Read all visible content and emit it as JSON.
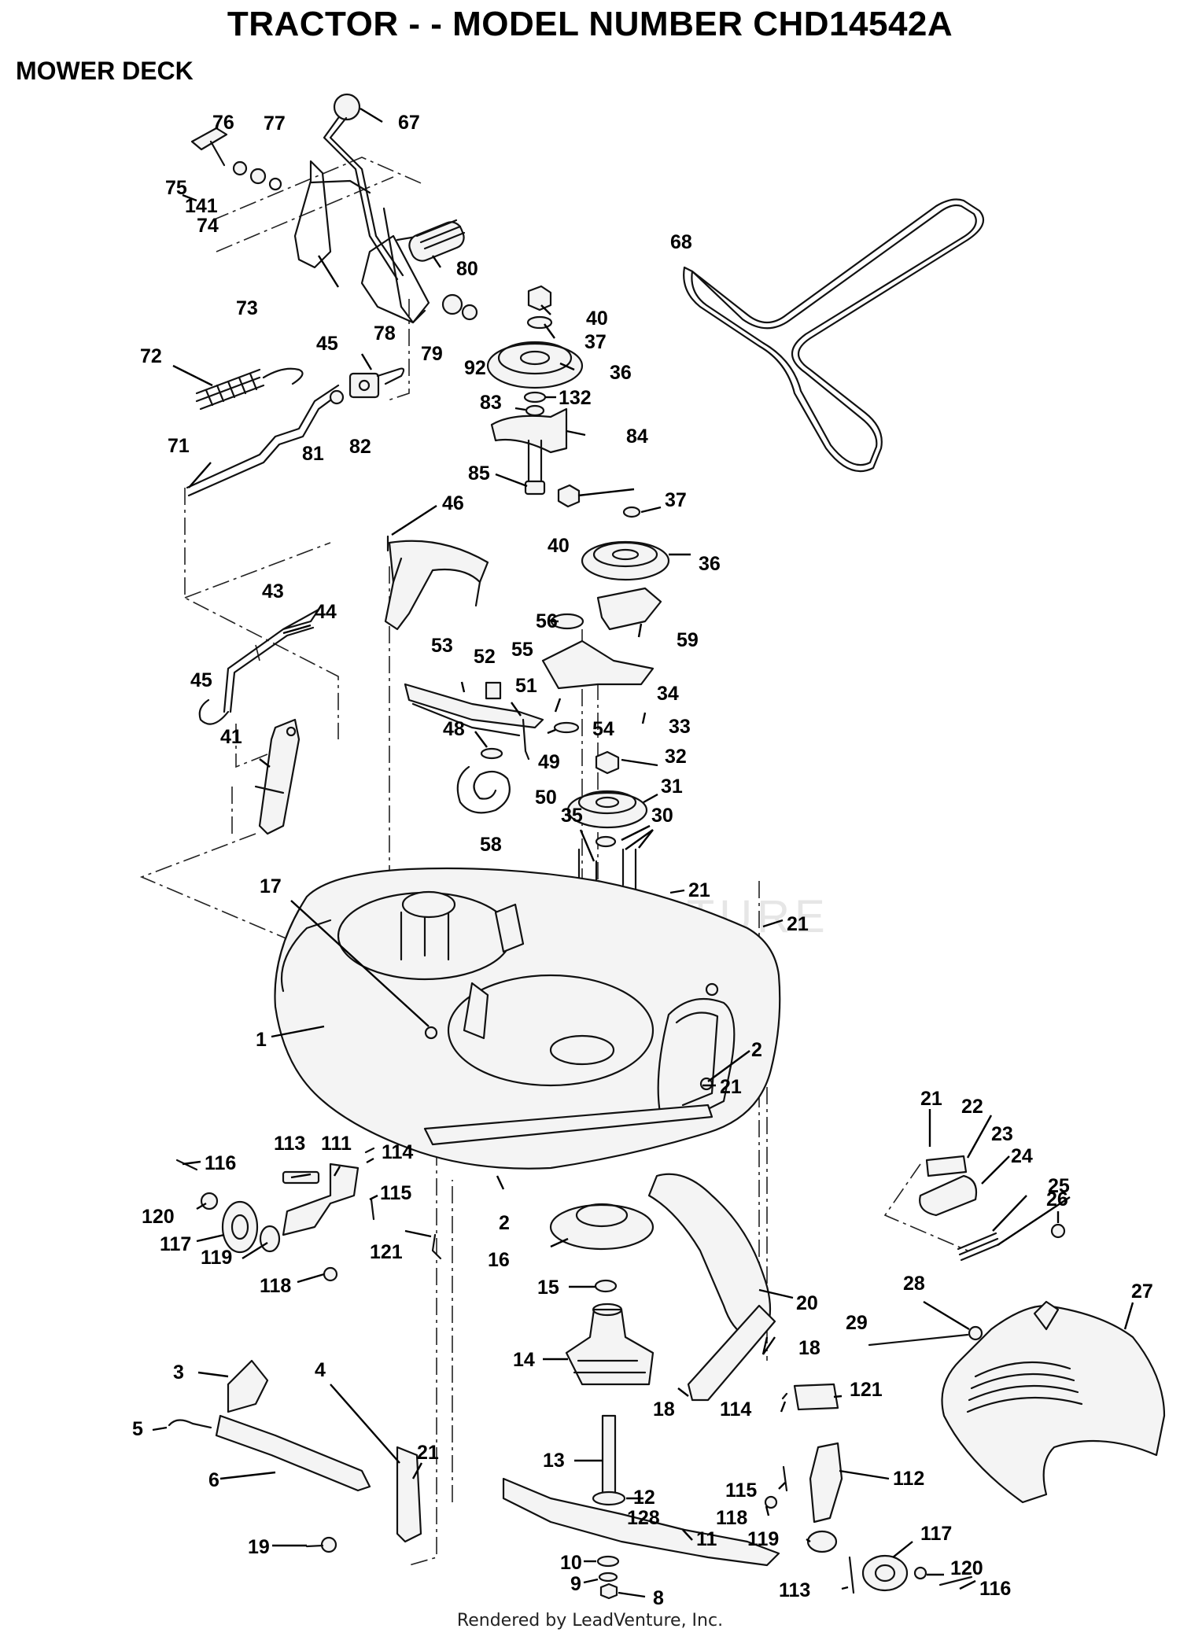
{
  "header": {
    "title": "TRACTOR - - MODEL NUMBER CHD14542A",
    "section": "MOWER DECK"
  },
  "footer": {
    "credit": "Rendered by LeadVenture, Inc."
  },
  "watermark": {
    "text": "LEADVENTURE"
  },
  "callouts": [
    {
      "id": "c76",
      "label": "76"
    },
    {
      "id": "c77",
      "label": "77"
    },
    {
      "id": "c67",
      "label": "67"
    },
    {
      "id": "c75",
      "label": "75"
    },
    {
      "id": "c141",
      "label": "141"
    },
    {
      "id": "c74",
      "label": "74"
    },
    {
      "id": "c80",
      "label": "80"
    },
    {
      "id": "c73",
      "label": "73"
    },
    {
      "id": "c78",
      "label": "78"
    },
    {
      "id": "c79",
      "label": "79"
    },
    {
      "id": "c92",
      "label": "92"
    },
    {
      "id": "c68",
      "label": "68"
    },
    {
      "id": "c40a",
      "label": "40"
    },
    {
      "id": "c37a",
      "label": "37"
    },
    {
      "id": "c36a",
      "label": "36"
    },
    {
      "id": "c132",
      "label": "132"
    },
    {
      "id": "c83",
      "label": "83"
    },
    {
      "id": "c84",
      "label": "84"
    },
    {
      "id": "c85",
      "label": "85"
    },
    {
      "id": "c72",
      "label": "72"
    },
    {
      "id": "c45a",
      "label": "45"
    },
    {
      "id": "c81",
      "label": "81"
    },
    {
      "id": "c82",
      "label": "82"
    },
    {
      "id": "c71",
      "label": "71"
    },
    {
      "id": "c46",
      "label": "46"
    },
    {
      "id": "c37b",
      "label": "37"
    },
    {
      "id": "c40b",
      "label": "40"
    },
    {
      "id": "c36b",
      "label": "36"
    },
    {
      "id": "c43",
      "label": "43"
    },
    {
      "id": "c44",
      "label": "44"
    },
    {
      "id": "c56",
      "label": "56"
    },
    {
      "id": "c55",
      "label": "55"
    },
    {
      "id": "c59",
      "label": "59"
    },
    {
      "id": "c53",
      "label": "53"
    },
    {
      "id": "c52",
      "label": "52"
    },
    {
      "id": "c51",
      "label": "51"
    },
    {
      "id": "c34",
      "label": "34"
    },
    {
      "id": "c45b",
      "label": "45"
    },
    {
      "id": "c54",
      "label": "54"
    },
    {
      "id": "c33",
      "label": "33"
    },
    {
      "id": "c48",
      "label": "48"
    },
    {
      "id": "c41",
      "label": "41"
    },
    {
      "id": "c49",
      "label": "49"
    },
    {
      "id": "c32",
      "label": "32"
    },
    {
      "id": "c50",
      "label": "50"
    },
    {
      "id": "c31",
      "label": "31"
    },
    {
      "id": "c58",
      "label": "58"
    },
    {
      "id": "c35",
      "label": "35"
    },
    {
      "id": "c30",
      "label": "30"
    },
    {
      "id": "c17",
      "label": "17"
    },
    {
      "id": "c21a",
      "label": "21"
    },
    {
      "id": "c21b",
      "label": "21"
    },
    {
      "id": "c1",
      "label": "1"
    },
    {
      "id": "c2a",
      "label": "2"
    },
    {
      "id": "c21c",
      "label": "21"
    },
    {
      "id": "c21d",
      "label": "21"
    },
    {
      "id": "c22",
      "label": "22"
    },
    {
      "id": "c23",
      "label": "23"
    },
    {
      "id": "c24",
      "label": "24"
    },
    {
      "id": "c25",
      "label": "25"
    },
    {
      "id": "c26",
      "label": "26"
    },
    {
      "id": "c113a",
      "label": "113"
    },
    {
      "id": "c111",
      "label": "111"
    },
    {
      "id": "c114a",
      "label": "114"
    },
    {
      "id": "c116a",
      "label": "116"
    },
    {
      "id": "c115a",
      "label": "115"
    },
    {
      "id": "c120a",
      "label": "120"
    },
    {
      "id": "c2b",
      "label": "2"
    },
    {
      "id": "c117a",
      "label": "117"
    },
    {
      "id": "c119a",
      "label": "119"
    },
    {
      "id": "c121a",
      "label": "121"
    },
    {
      "id": "c16",
      "label": "16"
    },
    {
      "id": "c118a",
      "label": "118"
    },
    {
      "id": "c15",
      "label": "15"
    },
    {
      "id": "c20",
      "label": "20"
    },
    {
      "id": "c28",
      "label": "28"
    },
    {
      "id": "c27",
      "label": "27"
    },
    {
      "id": "c29",
      "label": "29"
    },
    {
      "id": "c3",
      "label": "3"
    },
    {
      "id": "c4",
      "label": "4"
    },
    {
      "id": "c14",
      "label": "14"
    },
    {
      "id": "c18a",
      "label": "18"
    },
    {
      "id": "c18b",
      "label": "18"
    },
    {
      "id": "c114b",
      "label": "114"
    },
    {
      "id": "c121b",
      "label": "121"
    },
    {
      "id": "c5",
      "label": "5"
    },
    {
      "id": "c21e",
      "label": "21"
    },
    {
      "id": "c6",
      "label": "6"
    },
    {
      "id": "c13",
      "label": "13"
    },
    {
      "id": "c12",
      "label": "12"
    },
    {
      "id": "c128",
      "label": "128"
    },
    {
      "id": "c115b",
      "label": "115"
    },
    {
      "id": "c112",
      "label": "112"
    },
    {
      "id": "c118b",
      "label": "118"
    },
    {
      "id": "c11",
      "label": "11"
    },
    {
      "id": "c117b",
      "label": "117"
    },
    {
      "id": "c19",
      "label": "19"
    },
    {
      "id": "c119b",
      "label": "119"
    },
    {
      "id": "c10",
      "label": "10"
    },
    {
      "id": "c120b",
      "label": "120"
    },
    {
      "id": "c9",
      "label": "9"
    },
    {
      "id": "c113b",
      "label": "113"
    },
    {
      "id": "c116b",
      "label": "116"
    },
    {
      "id": "c8",
      "label": "8"
    }
  ]
}
